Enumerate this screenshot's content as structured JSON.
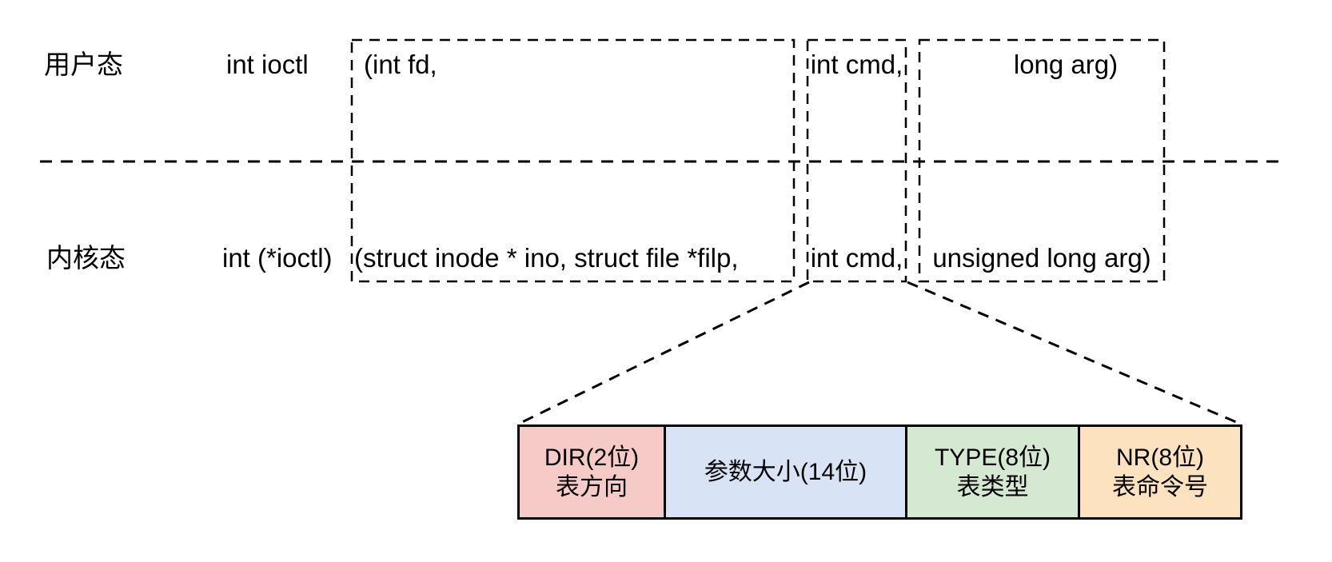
{
  "diagram": {
    "title_meaning": "ioctl user-mode vs kernel-mode signature and cmd bit fields",
    "user_row": {
      "label": "用户态",
      "func": "int ioctl",
      "param_fd": "(int fd,",
      "param_cmd": "int cmd,",
      "param_arg": "long arg)"
    },
    "kernel_row": {
      "label": "内核态",
      "func": "int (*ioctl)",
      "param_fd": "(struct inode * ino, struct file *filp,",
      "param_cmd": "int cmd,",
      "param_arg": "unsigned long arg)"
    },
    "cmd_fields": [
      {
        "title": "DIR(2位)",
        "subtitle": "表方向",
        "color": "#f6cac7"
      },
      {
        "title": "参数大小(14位)",
        "subtitle": "",
        "color": "#d8e4f5"
      },
      {
        "title": "TYPE(8位)",
        "subtitle": "表类型",
        "color": "#d5e8d2"
      },
      {
        "title": "NR(8位)",
        "subtitle": "表命令号",
        "color": "#fce2bf"
      }
    ],
    "colors": {
      "stroke": "#000000",
      "background": "#ffffff",
      "text": "#000000"
    }
  }
}
